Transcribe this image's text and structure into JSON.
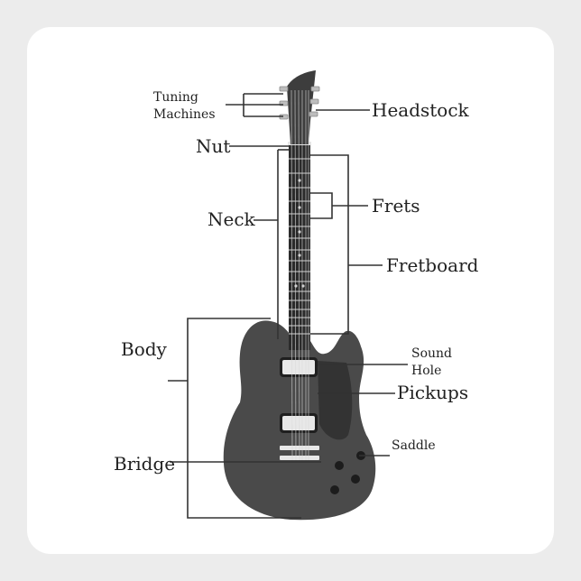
{
  "labels": {
    "tuning_line1": "Tuning",
    "tuning_line2": "Machines",
    "headstock": "Headstock",
    "nut": "Nut",
    "neck": "Neck",
    "frets": "Frets",
    "fretboard": "Fretboard",
    "body": "Body",
    "sound_line1": "Sound",
    "sound_line2": "Hole",
    "pickups": "Pickups",
    "saddle": "Saddle",
    "bridge": "Bridge"
  },
  "colors": {
    "background": "#ececec",
    "sticker": "#ffffff",
    "body": "#4a4a4a",
    "guard": "#333333",
    "fretboard": "#2b2b2b",
    "pickups": "#e8e8e8"
  }
}
